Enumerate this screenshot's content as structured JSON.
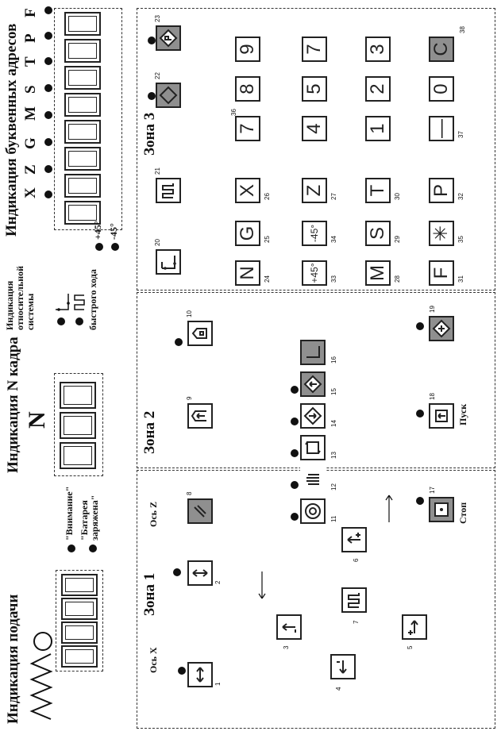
{
  "labels": {
    "feed_indication": "Индикация подачи",
    "frame_indication": "Индикация N кадра",
    "frame_letter": "N",
    "address_indication": "Индикация буквенных адресов",
    "relative_indication": "Индикация относительной системы",
    "rapid": "быстрого хода",
    "warning": "\"Внимание\"",
    "battery": "\"Батарея заряжена\"",
    "zone1": "Зона 1",
    "zone2": "Зона 2",
    "zone3": "Зона 3",
    "axis_x": "Ось X",
    "axis_z": "Ось Z",
    "stop": "Стоп",
    "start": "Пуск",
    "plus45": "+45°",
    "minus45": "-45°"
  },
  "address_letters": [
    "X",
    "Z",
    "G",
    "M",
    "S",
    "T",
    "P",
    "F"
  ],
  "keypad": {
    "n": "N",
    "g": "G",
    "x": "X",
    "p45": "+45°",
    "m45": "-45°",
    "z": "Z",
    "m": "M",
    "s": "S",
    "t": "T",
    "f": "F",
    "star": "✳",
    "p": "P",
    "d7": "7",
    "d8": "8",
    "d9": "9",
    "d4": "4",
    "d5": "5",
    "d6": "7",
    "d1": "1",
    "d2": "2",
    "d3": "3",
    "dash": "—",
    "d0": "0",
    "c": "C"
  },
  "numbers": {
    "n1": "1",
    "n2": "2",
    "n3": "3",
    "n4": "4",
    "n5": "5",
    "n6": "6",
    "n7": "7",
    "n8": "8",
    "n9": "9",
    "n10": "10",
    "n11": "11",
    "n12": "12",
    "n13": "13",
    "n14": "14",
    "n15": "15",
    "n16": "16",
    "n17": "17",
    "n18": "18",
    "n19": "19",
    "n20": "20",
    "n21": "21",
    "n22": "22",
    "n23": "23",
    "n24": "24",
    "n25": "25",
    "n26": "26",
    "n27": "27",
    "n28": "28",
    "n29": "29",
    "n30": "30",
    "n31": "31",
    "n32": "32",
    "n33": "33",
    "n34": "34",
    "n35": "35",
    "n36": "36",
    "n37": "37",
    "n38": "38"
  }
}
